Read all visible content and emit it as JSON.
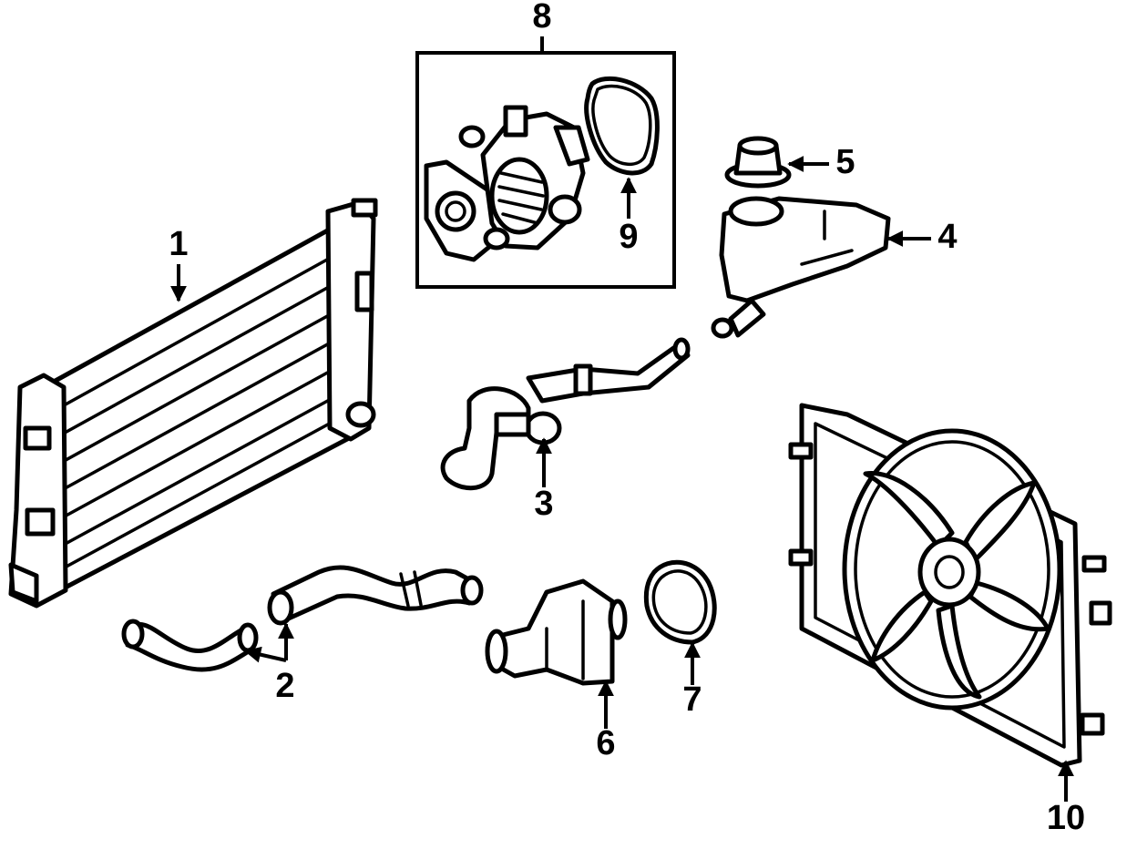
{
  "callouts": {
    "c1": "1",
    "c2": "2",
    "c3": "3",
    "c4": "4",
    "c5": "5",
    "c6": "6",
    "c7": "7",
    "c8": "8",
    "c9": "9",
    "c10": "10"
  },
  "colors": {
    "ink": "#000000",
    "paper": "#ffffff"
  },
  "parts": [
    {
      "callout": "1",
      "icon": "radiator"
    },
    {
      "callout": "2",
      "icon": "radiator-hoses"
    },
    {
      "callout": "3",
      "icon": "thermostat-hose-assembly"
    },
    {
      "callout": "4",
      "icon": "coolant-reservoir"
    },
    {
      "callout": "5",
      "icon": "reservoir-cap"
    },
    {
      "callout": "6",
      "icon": "thermostat-housing"
    },
    {
      "callout": "7",
      "icon": "housing-gasket"
    },
    {
      "callout": "8",
      "icon": "water-pump-group"
    },
    {
      "callout": "9",
      "icon": "water-pump-gasket"
    },
    {
      "callout": "10",
      "icon": "cooling-fan-assembly"
    }
  ]
}
